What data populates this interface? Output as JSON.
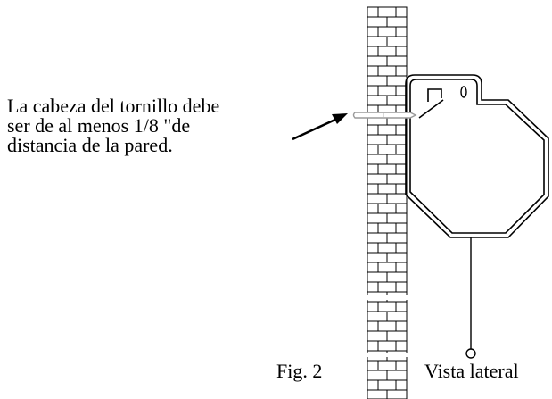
{
  "annotation": {
    "lines": [
      "La cabeza del tornillo debe",
      "ser de al menos 1/8 \"de",
      "distancia de la pared."
    ]
  },
  "figure_label": "Fig. 2",
  "view_label": "Vista lateral",
  "colors": {
    "ink": "#000000",
    "background": "#ffffff",
    "screw_fill": "#ffffff",
    "screw_outline": "#9a9a9a"
  },
  "icons": {
    "wall": "brick-wall-icon",
    "screw": "screw-icon",
    "hanger": "octagon-hanger-icon",
    "arrow": "pointer-arrow-icon"
  }
}
